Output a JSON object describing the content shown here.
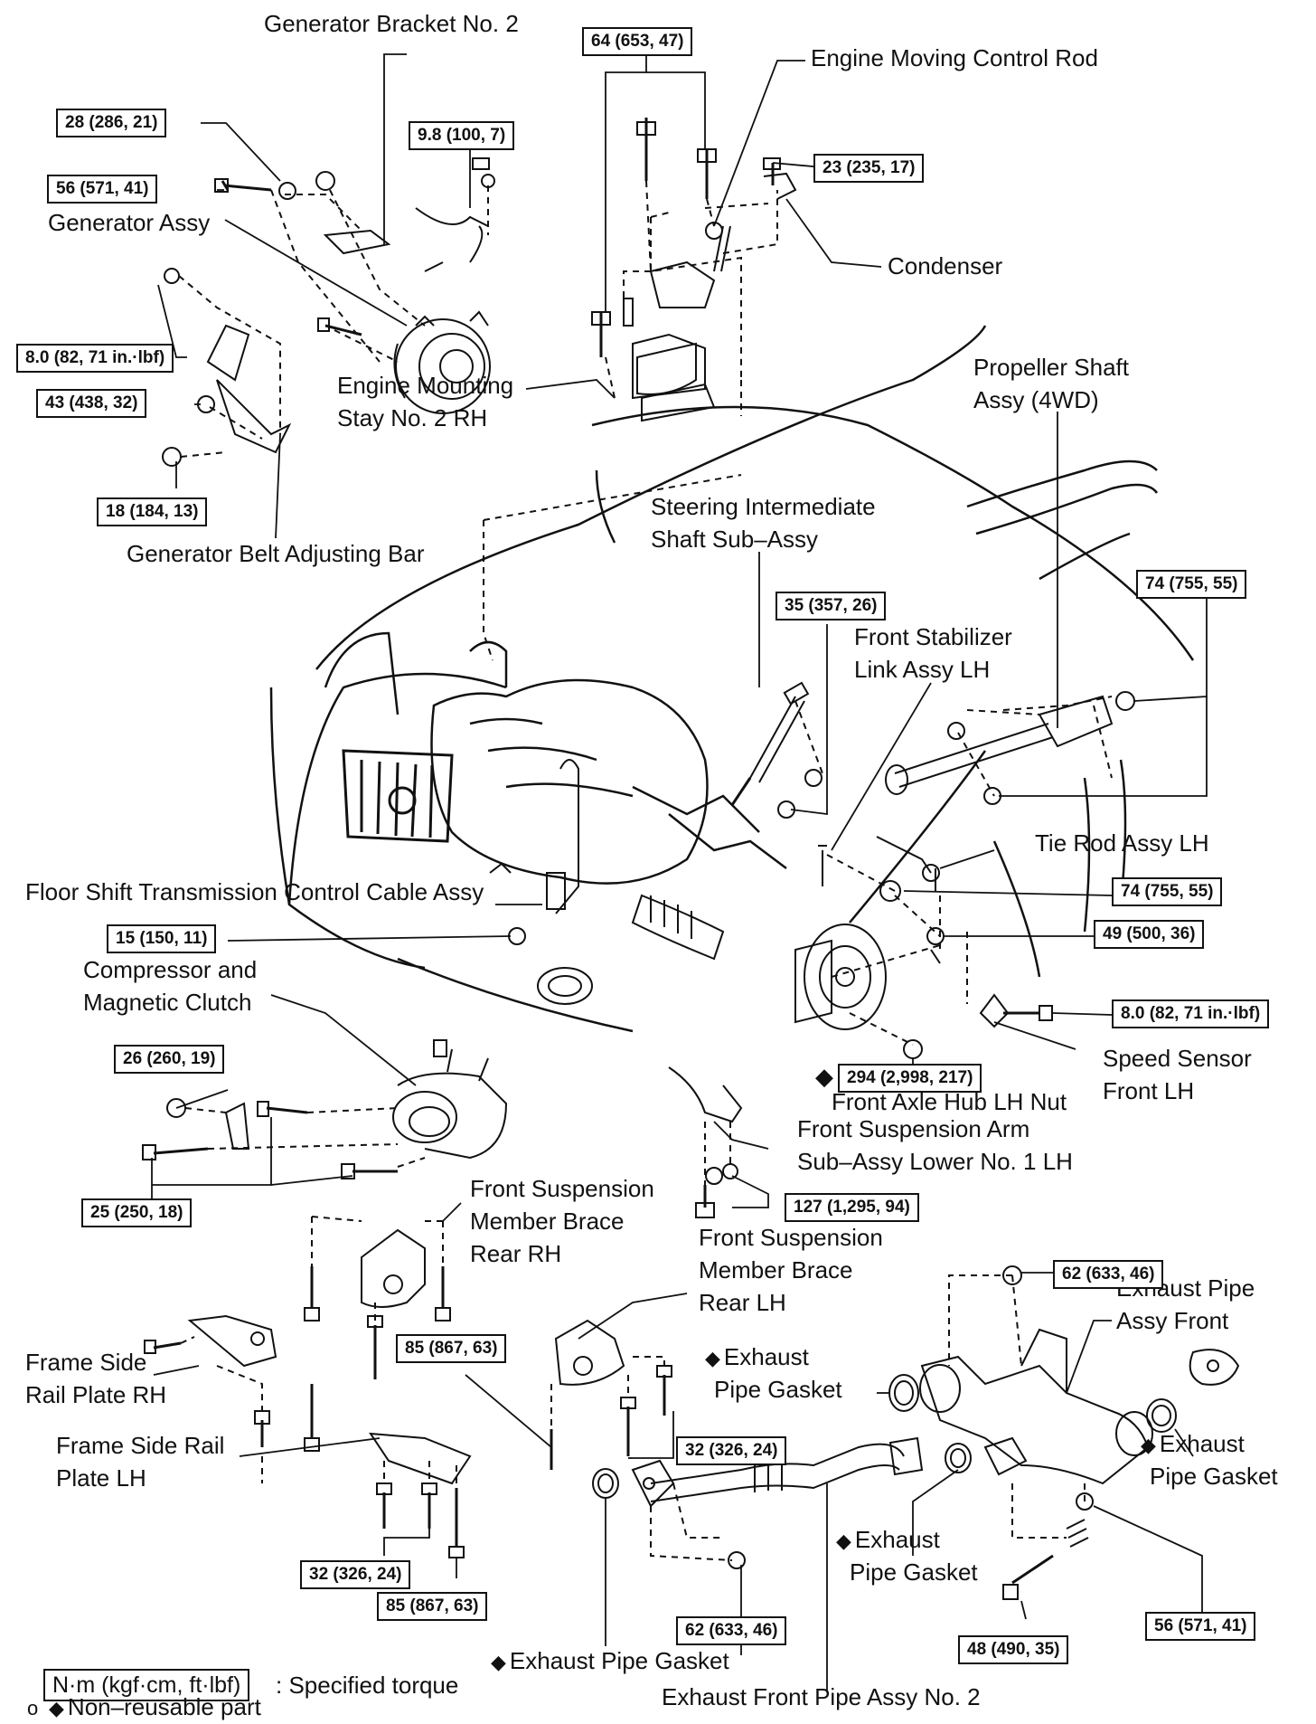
{
  "labels": {
    "generator_bracket_no2": "Generator Bracket No. 2",
    "engine_moving_control_rod": "Engine Moving Control Rod",
    "generator_assy": "Generator Assy",
    "condenser": "Condenser",
    "engine_mounting_stay_1": "Engine Mounting",
    "engine_mounting_stay_2": "Stay No. 2 RH",
    "propeller_shaft_1": "Propeller Shaft",
    "propeller_shaft_2": "Assy (4WD)",
    "generator_belt_adjusting_bar": "Generator Belt Adjusting Bar",
    "steering_shaft_1": "Steering Intermediate",
    "steering_shaft_2": "Shaft Sub–Assy",
    "front_stabilizer_1": "Front Stabilizer",
    "front_stabilizer_2": "Link Assy LH",
    "tie_rod_assy": "Tie Rod Assy LH",
    "floor_shift_cable": "Floor Shift Transmission Control Cable Assy",
    "compressor_1": "Compressor and",
    "compressor_2": "Magnetic Clutch",
    "speed_sensor_1": "Speed Sensor",
    "speed_sensor_2": "Front LH",
    "front_axle_hub_nut": "Front Axle Hub LH Nut",
    "front_susp_arm_1": "Front Suspension Arm",
    "front_susp_arm_2": "Sub–Assy Lower No. 1 LH",
    "brace_rear_rh_1": "Front Suspension",
    "brace_rear_rh_2": "Member Brace",
    "brace_rear_rh_3": "Rear RH",
    "brace_rear_lh_1": "Front Suspension",
    "brace_rear_lh_2": "Member Brace",
    "brace_rear_lh_3": "Rear LH",
    "exhaust_pipe_front_1": "Exhaust Pipe",
    "exhaust_pipe_front_2": "Assy Front",
    "frame_rail_rh_1": "Frame Side",
    "frame_rail_rh_2": "Rail Plate RH",
    "exhaust_gasket_a_1": "Exhaust",
    "exhaust_gasket_a_2": "Pipe Gasket",
    "exhaust_gasket_b_1": "Exhaust",
    "exhaust_gasket_b_2": "Pipe Gasket",
    "frame_rail_lh_1": "Frame Side Rail",
    "frame_rail_lh_2": "Plate LH",
    "exhaust_gasket_c_1": "Exhaust",
    "exhaust_gasket_c_2": "Pipe Gasket",
    "exhaust_gasket_d": "Exhaust Pipe Gasket",
    "exhaust_front_pipe_no2": "Exhaust Front Pipe Assy No. 2"
  },
  "torques": {
    "t_64_653_47": "64 (653, 47)",
    "t_28_286_21": "28 (286, 21)",
    "t_9_8_100_7": "9.8 (100, 7)",
    "t_23_235_17": "23 (235, 17)",
    "t_56_571_41_top": "56 (571, 41)",
    "t_8_0_82_71_top": "8.0 (82, 71 in.·lbf)",
    "t_43_438_32": "43 (438, 32)",
    "t_18_184_13": "18 (184, 13)",
    "t_35_357_26": "35 (357, 26)",
    "t_74_755_55_top": "74 (755, 55)",
    "t_74_755_55_mid": "74 (755, 55)",
    "t_49_500_36": "49 (500, 36)",
    "t_15_150_11": "15 (150, 11)",
    "t_8_0_82_71_right": "8.0 (82, 71 in.·lbf)",
    "t_26_260_19": "26 (260, 19)",
    "t_294_2998_217": "294 (2,998, 217)",
    "t_127_1295_94": "127 (1,295, 94)",
    "t_25_250_18": "25 (250, 18)",
    "t_62_633_46_top": "62 (633, 46)",
    "t_85_867_63_mid": "85 (867, 63)",
    "t_32_326_24_mid": "32 (326, 24)",
    "t_32_326_24_low": "32 (326, 24)",
    "t_85_867_63_low": "85 (867, 63)",
    "t_62_633_46_low": "62 (633, 46)",
    "t_56_571_41_low": "56 (571, 41)",
    "t_48_490_35": "48 (490, 35)"
  },
  "markers": {
    "non_reusable_symbol": "◆",
    "corner_mark": "o"
  },
  "legend": {
    "torque_unit": "N·m (kgf·cm, ft·lbf)",
    "torque_text": ": Specified torque",
    "non_reusable_text": "Non–reusable part"
  }
}
